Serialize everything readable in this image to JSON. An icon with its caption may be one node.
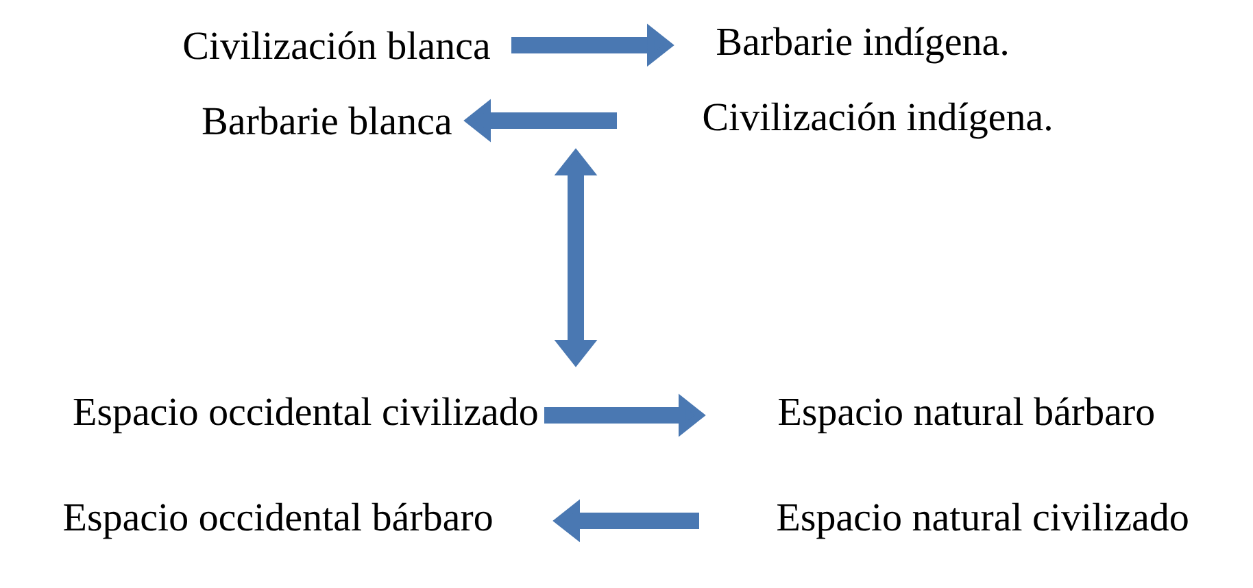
{
  "diagram": {
    "nodes": [
      {
        "text": [
          "Civilización blanca"
        ]
      },
      {
        "text": [
          "Barbarie indígena."
        ]
      },
      {
        "text": [
          "Barbarie blanca"
        ]
      },
      {
        "text": [
          "Civilización indígena."
        ]
      },
      {
        "text": [
          "Espacio occidental civilizado"
        ]
      },
      {
        "text": [
          "Espacio natural bárbaro"
        ]
      },
      {
        "text": [
          "Espacio occidental bárbaro"
        ]
      },
      {
        "text": [
          "Espacio natural civilizado"
        ]
      }
    ],
    "edges": [
      {
        "from": 0,
        "to": 1,
        "arrow": "to"
      },
      {
        "from": 3,
        "to": 2,
        "arrow": "to"
      },
      {
        "from": 4,
        "to": 5,
        "arrow": "to"
      },
      {
        "from": 7,
        "to": 6,
        "arrow": "to"
      },
      {
        "from": null,
        "to": 4,
        "arrow": "both"
      }
    ]
  }
}
